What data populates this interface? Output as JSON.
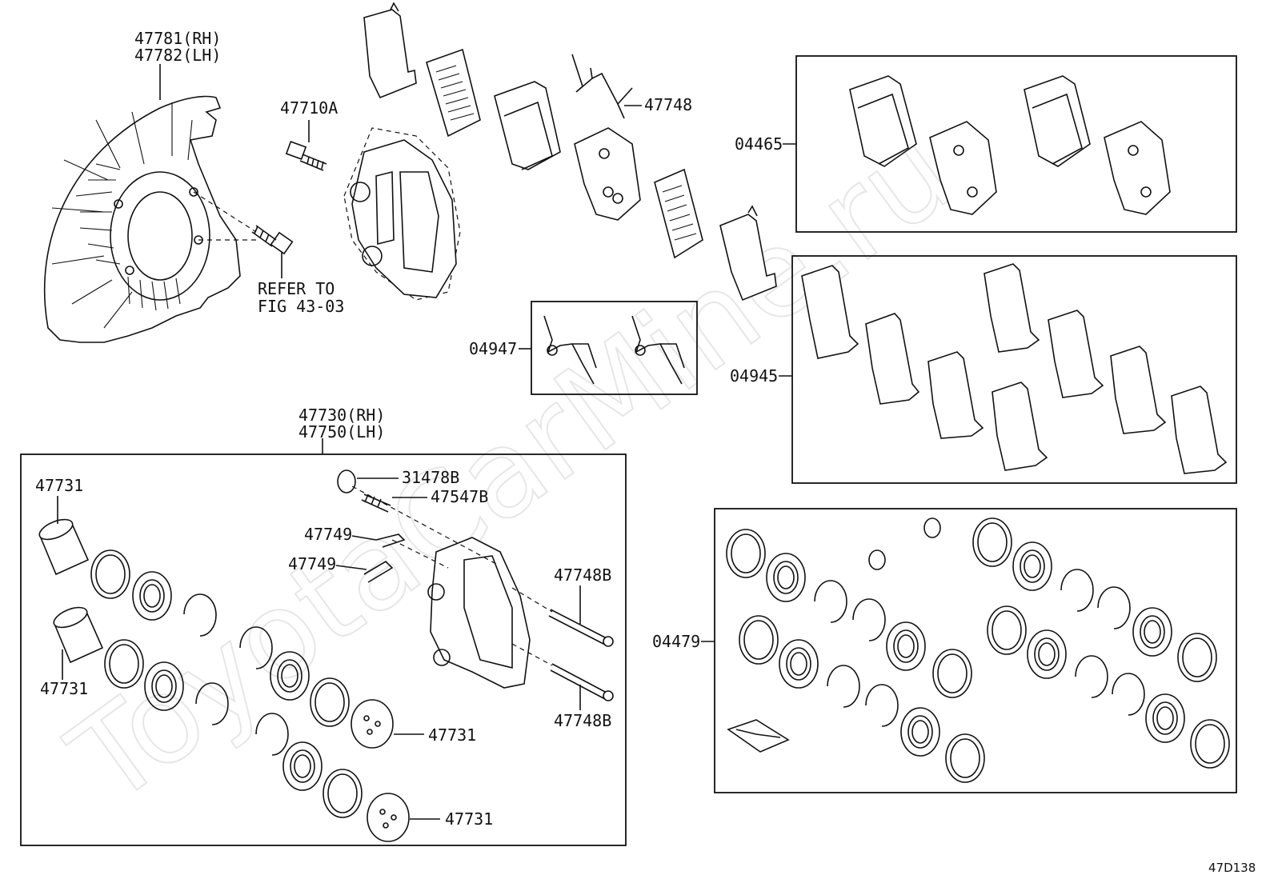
{
  "diagram": {
    "code": "47D138",
    "watermark": "ToyotaCarMine.ru",
    "labels": {
      "shield_rh": "47781(RH)",
      "shield_lh": "47782(LH)",
      "bolt": "47710A",
      "refer_1": "REFER TO",
      "refer_2": "FIG 43-03",
      "spring_top": "47748",
      "kit_04465": "04465",
      "kit_04947": "04947",
      "kit_04945": "04945",
      "kit_04479": "04479",
      "caliper_rh": "47730(RH)",
      "caliper_lh": "47750(LH)",
      "piston_1": "47731",
      "piston_2": "47731",
      "piston_3": "47731",
      "piston_4": "47731",
      "cap": "31478B",
      "bleeder": "47547B",
      "clip_1": "47749",
      "clip_2": "47749",
      "pin_1": "47748B",
      "pin_2": "47748B"
    }
  }
}
